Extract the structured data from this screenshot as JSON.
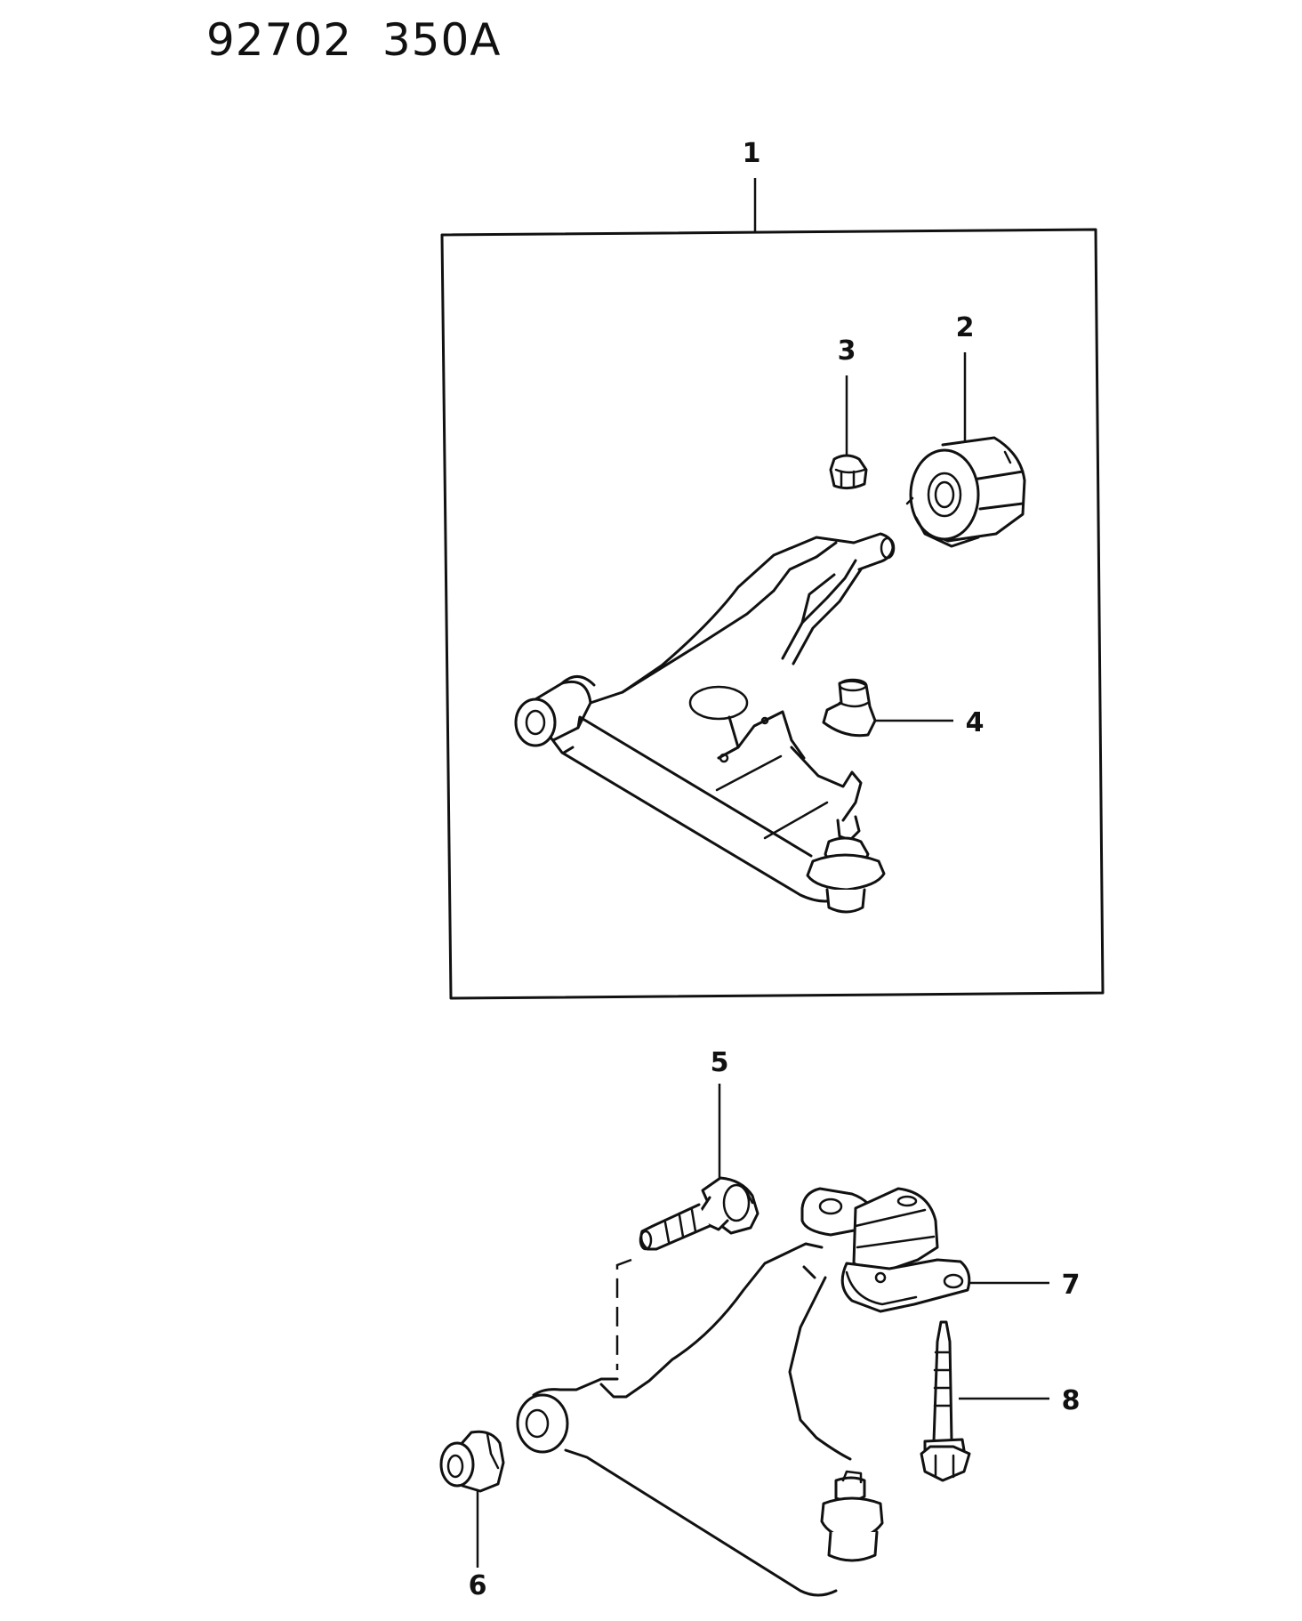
{
  "header": {
    "code": "92702  350A"
  },
  "callouts": {
    "c1": "1",
    "c2": "2",
    "c3": "3",
    "c4": "4",
    "c5": "5",
    "c6": "6",
    "c7": "7",
    "c8": "8"
  }
}
